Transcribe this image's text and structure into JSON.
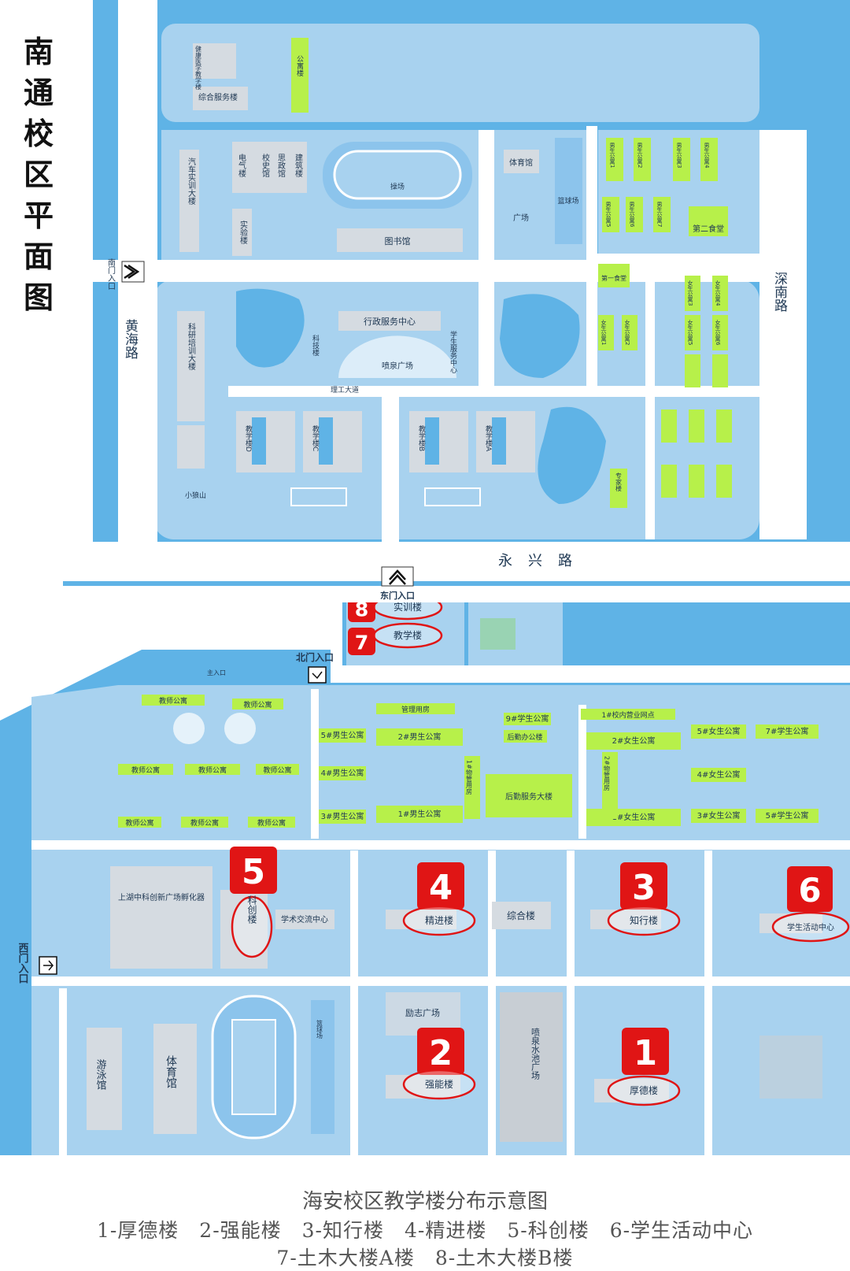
{
  "top_map": {
    "title": "南通校区平面图",
    "roads": {
      "huanghai": "黄海路",
      "shennan": "深南路",
      "yongxing": "永兴路"
    },
    "gates": {
      "south": "南门入口",
      "east": "东门入口"
    },
    "buildings": {
      "zonghe": "综合服务楼",
      "jiankang": "健康医学教学楼",
      "gongyu_top": "公寓楼",
      "qiche": "汽车实训大楼",
      "dianqi": "电气楼",
      "xiaoshi": "校史馆",
      "sizheng": "思政馆",
      "jianzhu": "建筑楼",
      "shiyan": "实验楼",
      "caochang": "操场",
      "tushuguan": "图书馆",
      "tiyuguan": "体育馆",
      "guangchang": "广场",
      "lanqiu": "篮球场",
      "dier_shitang": "第二食堂",
      "diyi_shitang": "第一食堂",
      "xingzheng": "行政服务中心",
      "keji": "科技楼",
      "xuesheng_fuwu": "学生服务中心",
      "penquan": "喷泉广场",
      "keyan": "科研培训大楼",
      "xiaolangshan": "小狼山",
      "jxA": "教学楼A",
      "jxB": "教学楼B",
      "jxC": "教学楼C",
      "jxD": "教学楼D",
      "ligong": "理工大道",
      "zhuanjia": "专家楼"
    },
    "male_dorms": [
      "男生公寓1",
      "男生公寓2",
      "男生公寓3",
      "男生公寓4",
      "男生公寓5",
      "男生公寓6",
      "男生公寓7"
    ],
    "female_dorms": [
      "女生公寓1",
      "女生公寓2",
      "女生公寓3",
      "女生公寓4",
      "女生公寓5",
      "女生公寓6"
    ]
  },
  "bottom_map": {
    "gates": {
      "north": "北门入口",
      "west": "西门入口",
      "main": "主入口"
    },
    "markers": [
      {
        "num": "1",
        "name": "厚德楼"
      },
      {
        "num": "2",
        "name": "强能楼"
      },
      {
        "num": "3",
        "name": "知行楼"
      },
      {
        "num": "4",
        "name": "精进楼"
      },
      {
        "num": "5",
        "name": "科创楼"
      },
      {
        "num": "6",
        "name": "学生活动中心"
      },
      {
        "num": "7",
        "name": "教学楼"
      },
      {
        "num": "8",
        "name": "实训楼"
      }
    ],
    "buildings": {
      "zonghe": "综合楼",
      "xueshu": "学术交流中心",
      "fuhuaqi": "上湖中科创新广场孵化器",
      "lizhi": "励志广场",
      "penquan": "喷泉水池广场",
      "youyong": "游泳馆",
      "tiyu": "体育馆",
      "lanqiu": "篮球场",
      "guanli": "管理用房",
      "houqin_ban": "后勤办公楼",
      "houqin_fw": "后勤服务大楼",
      "wuguan1": "1#物管用房",
      "wuguan2": "2#物管用房",
      "yingye": "1#校内营业网点",
      "jiaoshi_gongyu": "教师公寓"
    },
    "dorms_left": [
      "5#男生公寓",
      "2#男生公寓",
      "4#男生公寓",
      "3#男生公寓",
      "1#男生公寓"
    ],
    "dorms_mid": [
      "9#学生公寓"
    ],
    "dorms_right": [
      "2#女生公寓",
      "5#女生公寓",
      "7#学生公寓",
      "4#女生公寓",
      "1#女生公寓",
      "3#女生公寓",
      "5#学生公寓"
    ]
  },
  "caption": {
    "title": "海安校区教学楼分布示意图",
    "line1": "1-厚德楼　2-强能楼　3-知行楼　4-精进楼　5-科创楼　6-学生活动中心",
    "line2": "7-土木大楼A楼　8-土木大楼B楼"
  },
  "colors": {
    "water": "#5fb3e6",
    "ground": "#a8d2ef",
    "building": "#d5dbe1",
    "dorm": "#b7f04a",
    "marker": "#e01515",
    "road": "#ffffff"
  }
}
